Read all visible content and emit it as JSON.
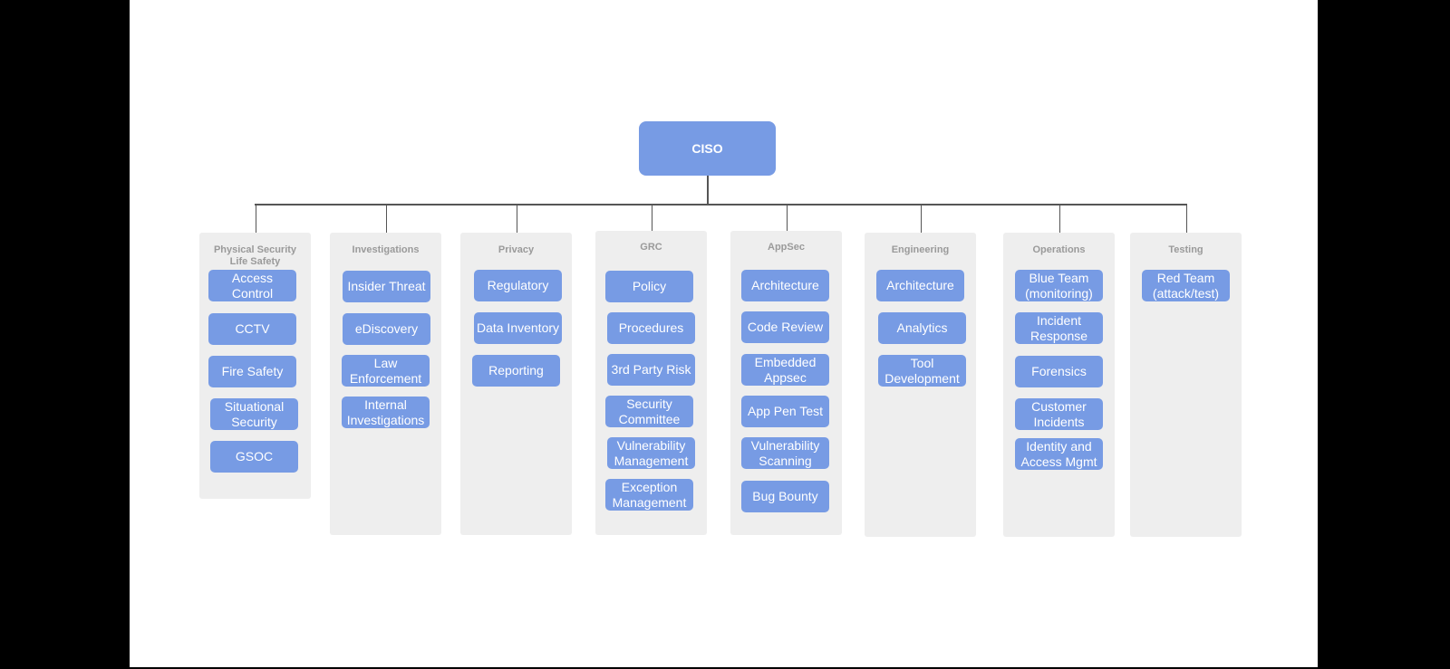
{
  "root": {
    "label": "CISO"
  },
  "columns": [
    {
      "title": "Physical Security\nLife Safety",
      "items": [
        "Access\nControl",
        "CCTV",
        "Fire Safety",
        "Situational\nSecurity",
        "GSOC"
      ]
    },
    {
      "title": "Investigations",
      "items": [
        "Insider Threat",
        "eDiscovery",
        "Law\nEnforcement",
        "Internal\nInvestigations"
      ]
    },
    {
      "title": "Privacy",
      "items": [
        "Regulatory",
        "Data Inventory",
        "Reporting"
      ]
    },
    {
      "title": "GRC",
      "items": [
        "Policy",
        "Procedures",
        "3rd Party Risk",
        "Security\nCommittee",
        "Vulnerability\nManagement",
        "Exception\nManagement"
      ]
    },
    {
      "title": "AppSec",
      "items": [
        "Architecture",
        "Code Review",
        "Embedded\nAppsec",
        "App Pen Test",
        "Vulnerability\nScanning",
        "Bug Bounty"
      ]
    },
    {
      "title": "Engineering",
      "items": [
        "Architecture",
        "Analytics",
        "Tool\nDevelopment"
      ]
    },
    {
      "title": "Operations",
      "items": [
        "Blue Team\n(monitoring)",
        "Incident\nResponse",
        "Forensics",
        "Customer\nIncidents",
        "Identity and\nAccess Mgmt"
      ]
    },
    {
      "title": "Testing",
      "items": [
        "Red Team\n(attack/test)"
      ]
    }
  ],
  "colors": {
    "box": "#779be4",
    "panel": "#eeeeee",
    "title": "#9a9a9a",
    "connector": "#555555"
  }
}
